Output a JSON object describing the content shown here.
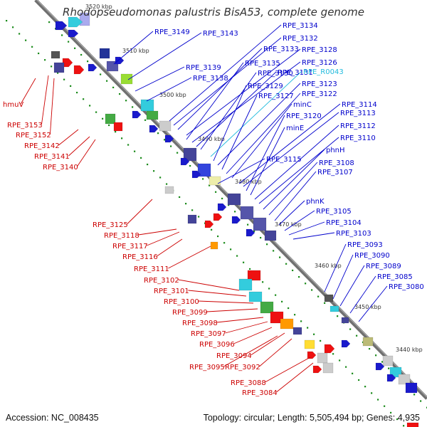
{
  "title": "Rhodopseudomonas palustris BisA53, complete genome",
  "footer": {
    "accession": "Accession: NC_008435",
    "topology": "Topology: circular; Length: 5,505,494 bp; Genes: 4,935"
  },
  "colors": {
    "forward_label": "#0000cc",
    "reverse_label": "#cc0000",
    "rna_label": "#22bbdd",
    "backbone": "#777777"
  },
  "scale_labels": [
    "3520 kbp",
    "3510 kbp",
    "3500 kbp",
    "3490 kbp",
    "3480 kbp",
    "3470 kbp",
    "3460 kbp",
    "3450 kbp",
    "3440 kbp"
  ],
  "forward_labels": [
    "RPE_3149",
    "RPE_3143",
    "RPE_3134",
    "RPE_3132",
    "RPE_3133",
    "RPE_3128",
    "RPE_3135",
    "RPE_3126",
    "RPE_3139",
    "RPE_3131",
    "RPE_3130",
    "RPE_R0043",
    "RPE_3138",
    "RPE_3129",
    "RPE_3123",
    "RPE_3127",
    "RPE_3122",
    "minC",
    "RPE_3114",
    "RPE_3113",
    "RPE_3120",
    "minE",
    "RPE_3112",
    "RPE_3110",
    "phnH",
    "RPE_3115",
    "RPE_3108",
    "RPE_3107",
    "phnK",
    "RPE_3105",
    "RPE_3104",
    "RPE_3103",
    "RPE_3093",
    "RPE_3090",
    "RPE_3089",
    "RPE_3085",
    "RPE_3080"
  ],
  "reverse_labels": [
    "hmuV",
    "RPE_3153",
    "RPE_3152",
    "RPE_3142",
    "RPE_3141",
    "RPE_3140",
    "RPE_3125",
    "RPE_3118",
    "RPE_3117",
    "RPE_3116",
    "RPE_3111",
    "RPE_3102",
    "RPE_3101",
    "RPE_3100",
    "RPE_3099",
    "RPE_3098",
    "RPE_3097",
    "RPE_3096",
    "RPE_3094",
    "RPE_3095",
    "RPE_3092",
    "RPE_3088",
    "RPE_3084"
  ]
}
